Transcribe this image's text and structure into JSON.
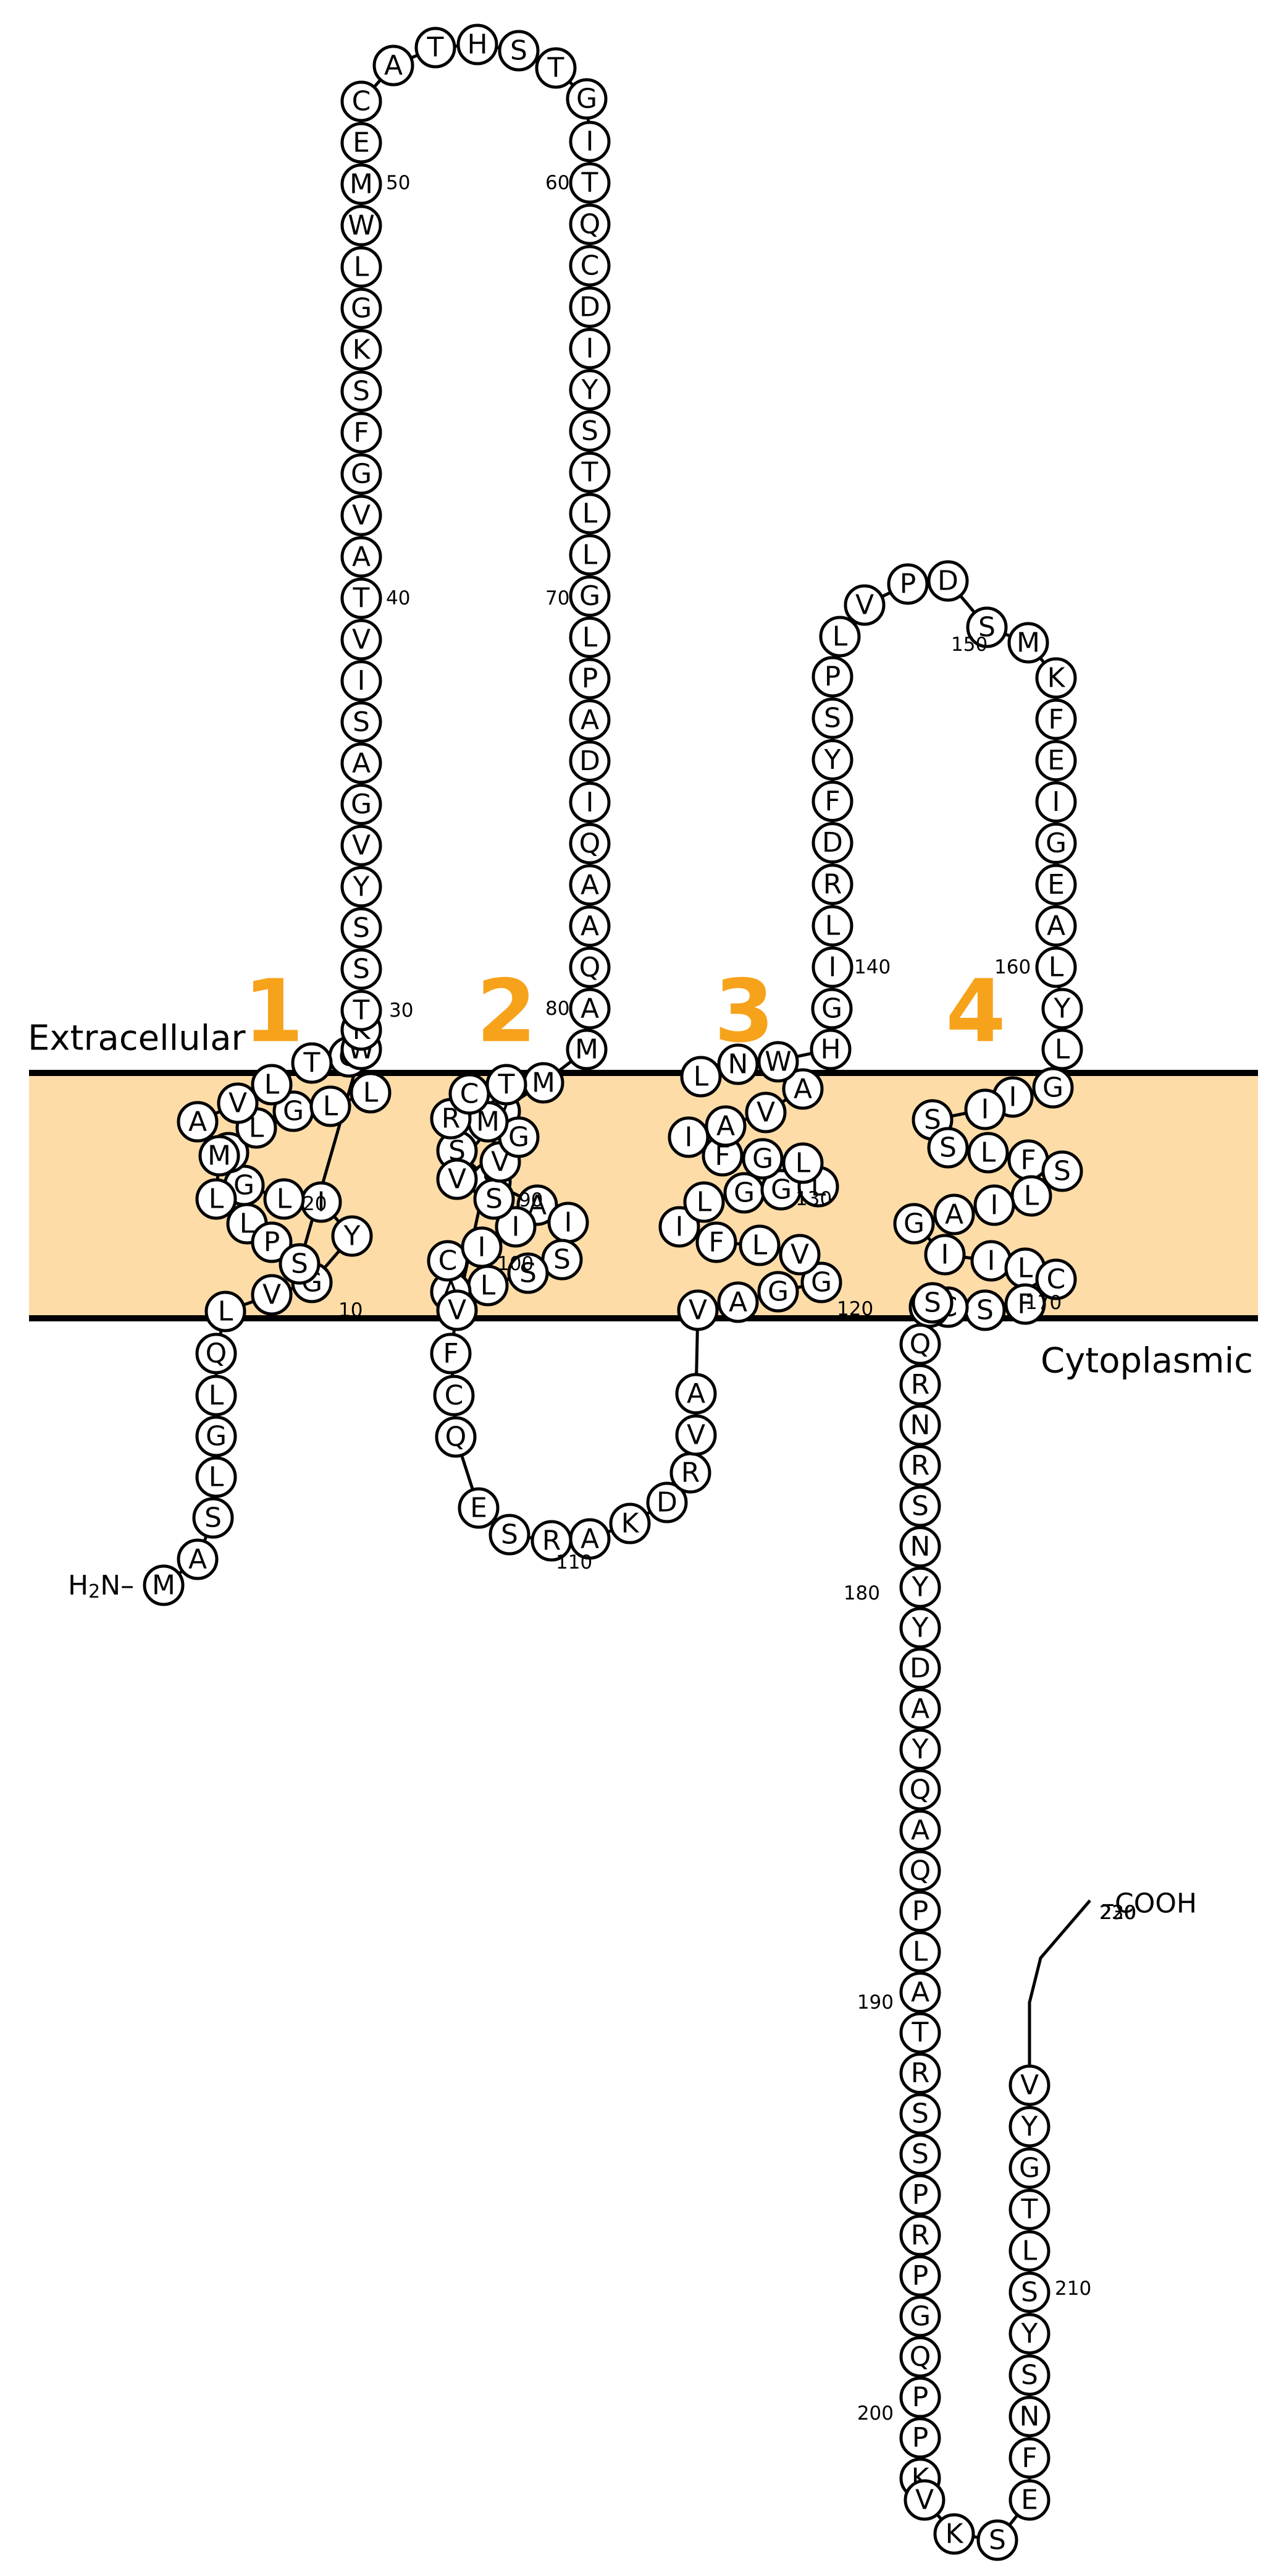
{
  "membrane_labels": {
    "extracellular": "Extracellular",
    "cytoplasmic": "Cytoplasmic"
  },
  "termini": {
    "n_prefix": "H",
    "n_sub": "2",
    "n_suffix": "N–",
    "c_terminus": "–COOH"
  },
  "tm_numbers": [
    "1",
    "2",
    "3",
    "4"
  ],
  "colors": {
    "membrane": "#FDDCA8",
    "tm_label": "#F7A21B",
    "highlight": "#E8000B"
  },
  "highlighted_residue": 162,
  "sequence": "MASLGLQLVGYILGLLGLLGTLVAMLLPSWKTSSYVGASIVTAVGFSKGLWMECATHSTGITQCDIYSTLLGLPADIQAAQAMMVTSSAISSLACIISVVGMRCTVFCQESRAKDRVAVAGGVLFILGGLLGFIAVAWNLHGILRDFYSPLVPDSMKFEIGEALYLGIISSLFSLIAGIILCFSCSSQRNRSNYYDAYQAQPLATRSSPRPGQPPKVKSEFNSYSLTGYV",
  "position_labels": [
    "10",
    "20",
    "30",
    "40",
    "50",
    "60",
    "70",
    "80",
    "90",
    "100",
    "110",
    "120",
    "130",
    "140",
    "150",
    "160",
    "170",
    "180",
    "190",
    "200",
    "210",
    "220",
    "230"
  ]
}
